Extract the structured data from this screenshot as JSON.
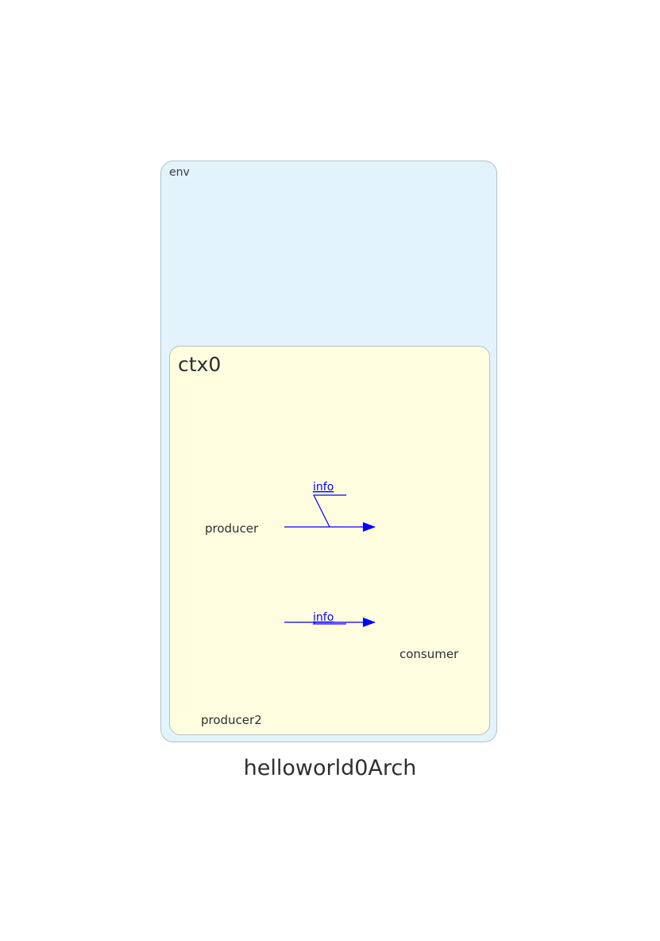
{
  "diagram": {
    "title": "helloworld0Arch",
    "clusters": {
      "env": {
        "label": "env",
        "fill": "#e2f3fb",
        "border": "#b4c2cc"
      },
      "ctx0": {
        "label": "ctx0",
        "fill": "#fffde0",
        "border": "#b8c0c4"
      }
    },
    "nodes": {
      "producer": "producer",
      "producer2": "producer2",
      "consumer": "consumer"
    },
    "edges": [
      {
        "from": "producer",
        "to": "consumer",
        "label": "info",
        "color": "#0000ff"
      },
      {
        "from": "producer2",
        "to": "consumer",
        "label": "info",
        "color": "#0000ff"
      }
    ]
  }
}
